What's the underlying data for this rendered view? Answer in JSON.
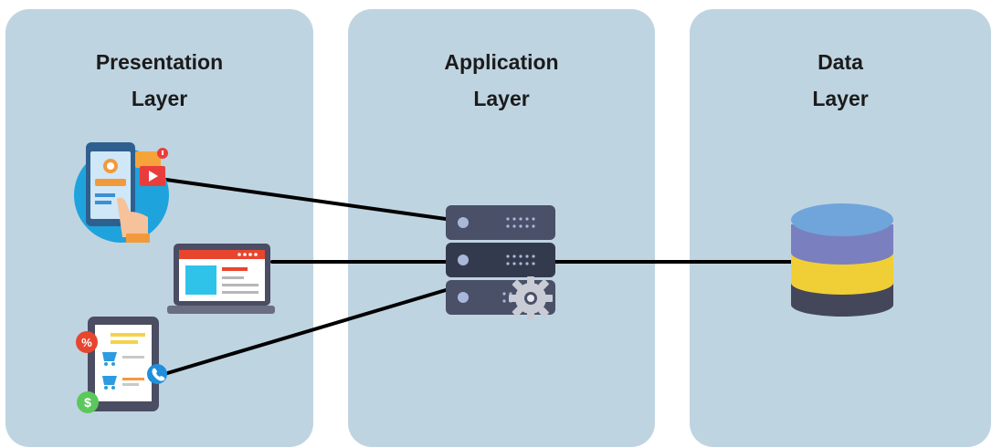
{
  "layers": [
    {
      "line1": "Presentation",
      "line2": "Layer"
    },
    {
      "line1": "Application",
      "line2": "Layer"
    },
    {
      "line1": "Data",
      "line2": "Layer"
    }
  ],
  "icons": [
    "mobile-app-icon",
    "laptop-browser-icon",
    "tablet-shop-icon",
    "server-rack-icon",
    "database-icon"
  ],
  "colors": {
    "panel": "#bfd4e1",
    "connector": "#000000",
    "server": "#4a5068",
    "db_top": "#6fa5db",
    "db_mid": "#7a7fbf",
    "db_yellow": "#f0cf36",
    "db_bottom": "#44475a"
  }
}
